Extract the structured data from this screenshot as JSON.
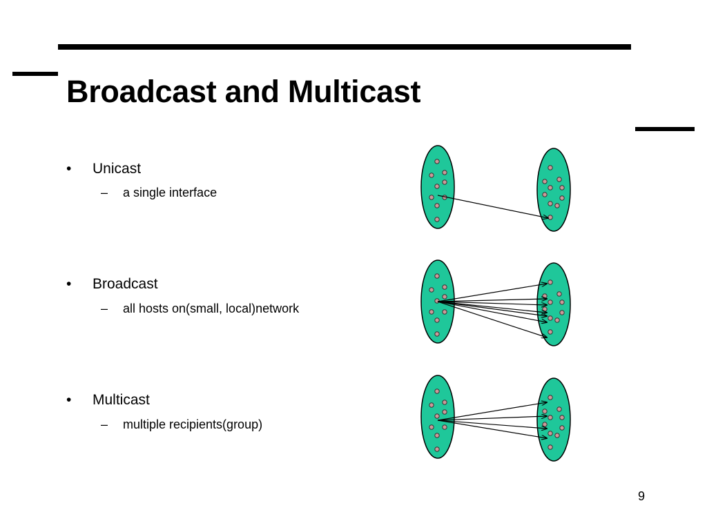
{
  "slide": {
    "title": "Broadcast and Multicast",
    "page_number": "9",
    "bullet_symbol": "•",
    "sub_bullet_symbol": "–",
    "items": [
      {
        "label": "Unicast",
        "description": "a single interface"
      },
      {
        "label": "Broadcast",
        "description": "all hosts on(small, local)network"
      },
      {
        "label": "Multicast",
        "description": "multiple recipients(group)"
      }
    ]
  },
  "colors": {
    "network_fill": "#1fc79a",
    "host_fill": "#cc9999",
    "line": "#000000"
  },
  "diagram": {
    "node_kind": "host",
    "networks": [
      "source-network",
      "destination-network"
    ],
    "panels": [
      {
        "mode": "unicast",
        "destinations": 1
      },
      {
        "mode": "broadcast",
        "destinations": 7
      },
      {
        "mode": "multicast",
        "destinations": 4
      }
    ]
  }
}
